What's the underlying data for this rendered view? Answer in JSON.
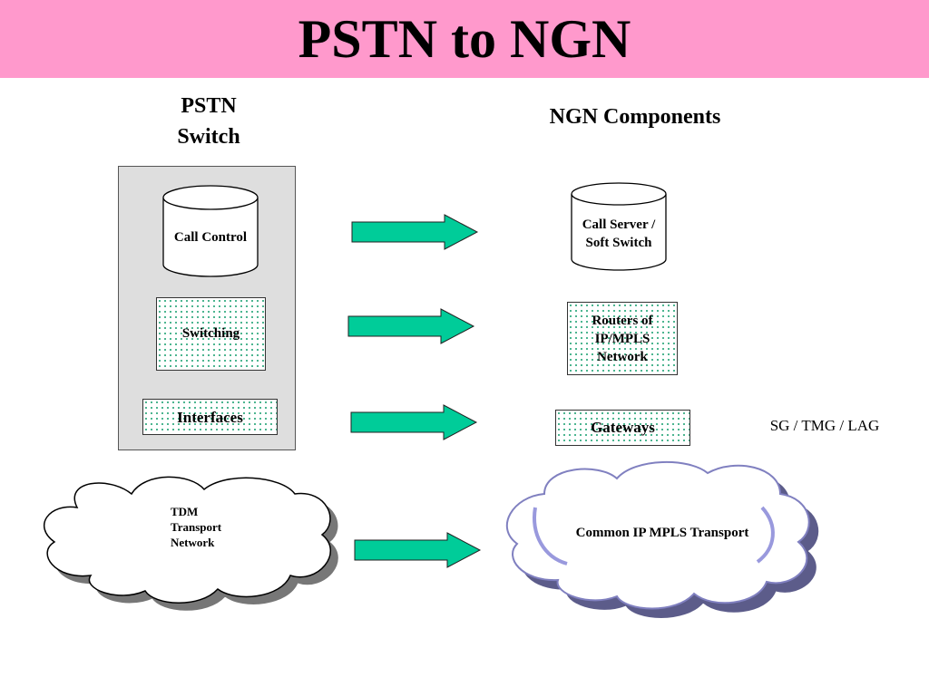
{
  "title": "PSTN to NGN",
  "pstn": {
    "heading": "PSTN\nSwitch",
    "call_control": "Call Control",
    "switching": "Switching",
    "interfaces": "Interfaces",
    "transport": "TDM\nTransport\nNetwork"
  },
  "ngn": {
    "heading": "NGN Components",
    "call_server": "Call Server /\nSoft Switch",
    "routers": "Routers of\nIP/MPLS\nNetwork",
    "gateways": "Gateways",
    "gateway_types": "SG / TMG / LAG",
    "transport": "Common IP MPLS Transport"
  },
  "colors": {
    "title_bar": "#ff99cc",
    "arrow": "#00cc99",
    "dots": "#2aa77a",
    "cloud_shadow": "#6b6b99"
  }
}
